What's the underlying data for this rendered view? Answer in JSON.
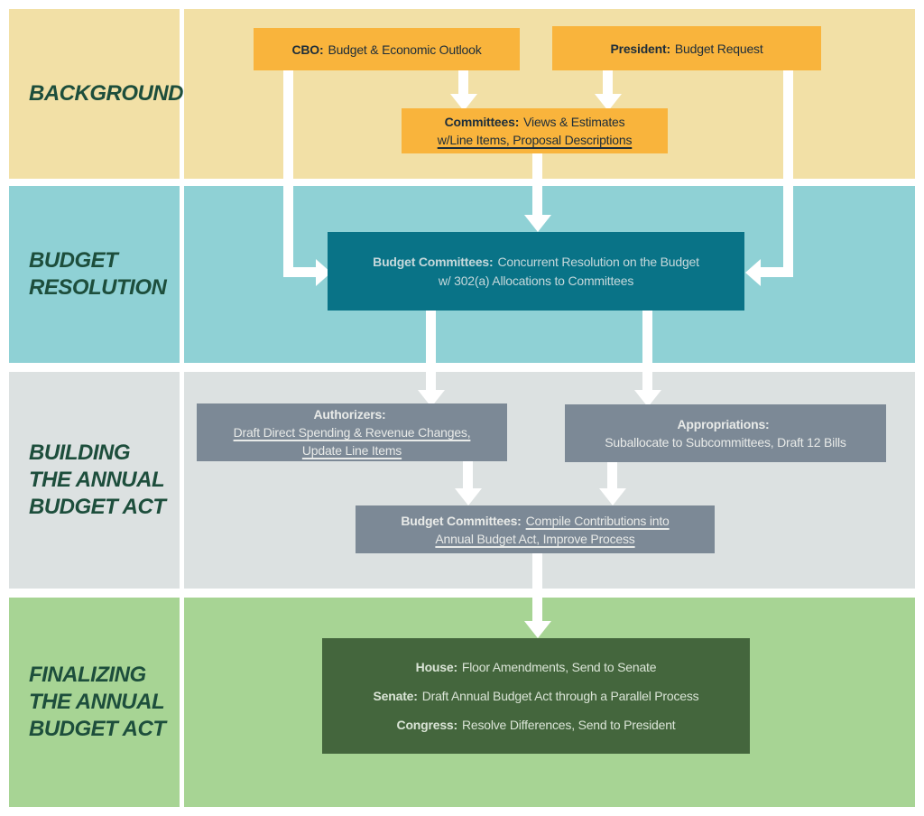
{
  "sections": [
    {
      "label": "BACKGROUND"
    },
    {
      "label": "BUDGET\nRESOLUTION"
    },
    {
      "label": "BUILDING\nTHE ANNUAL\nBUDGET ACT"
    },
    {
      "label": "FINALIZING\nTHE ANNUAL\nBUDGET ACT"
    }
  ],
  "boxes": {
    "cbo": {
      "prefix": "CBO:",
      "text": "Budget & Economic Outlook"
    },
    "president": {
      "prefix": "President:",
      "text": "Budget Request"
    },
    "committees": {
      "prefix": "Committees:",
      "text": "Views & Estimates",
      "underlined_line": "w/Line Items, Proposal Descriptions"
    },
    "budget_committees_resolution": {
      "prefix": "Budget Committees:",
      "line1": "Concurrent Resolution on the Budget",
      "line2": "w/ 302(a) Allocations to Committees"
    },
    "authorizers": {
      "prefix": "Authorizers:",
      "underlined_line1": "Draft Direct Spending & Revenue Changes,",
      "underlined_line2": "Update Line Items"
    },
    "appropriations": {
      "prefix": "Appropriations:",
      "text": "Suballocate to Subcommittees, Draft 12 Bills"
    },
    "budget_committees_compile": {
      "prefix": "Budget Committees:",
      "underlined_line1": "Compile Contributions into",
      "underlined_line2": "Annual Budget Act, Improve Process"
    },
    "finalizing": {
      "rows": [
        {
          "prefix": "House:",
          "text": "Floor Amendments, Send to Senate"
        },
        {
          "prefix": "Senate:",
          "text": "Draft Annual Budget Act through a Parallel Process"
        },
        {
          "prefix": "Congress:",
          "text": "Resolve Differences, Send to President"
        }
      ]
    }
  },
  "colors": {
    "band_background": "#F2E0A6",
    "band_resolution": "#8FD1D5",
    "band_building": "#DCE1E1",
    "band_finalizing": "#A7D494",
    "box_orange": "#F9B43C",
    "box_teal": "#097387",
    "box_gray": "#7C8996",
    "box_dark_green": "#44663D",
    "section_label_green": "#1D4E3C",
    "text_dark": "#1D2D3A",
    "arrow_white": "#FFFFFF"
  }
}
